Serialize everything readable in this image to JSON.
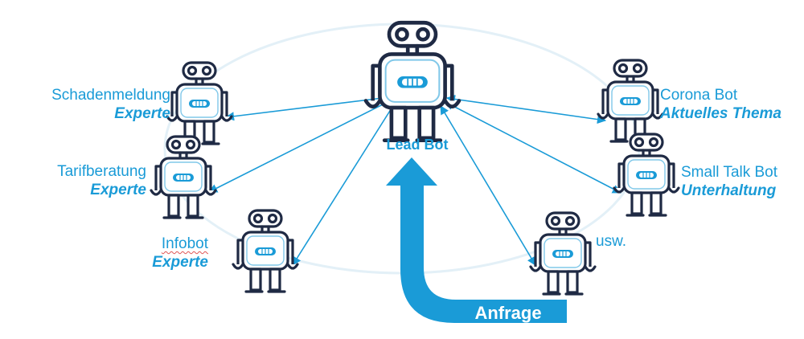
{
  "lead": {
    "label": "Lead Bot"
  },
  "request": {
    "label": "Anfrage"
  },
  "bots": {
    "schaden": {
      "name": "Schadenmeldung",
      "role": "Experte"
    },
    "tarif": {
      "name": "Tarifberatung",
      "role": "Experte"
    },
    "info": {
      "name": "Infobot",
      "role": "Experte"
    },
    "corona": {
      "name": "Corona Bot",
      "role": "Aktuelles Thema"
    },
    "smalltalk": {
      "name": "Small Talk Bot",
      "role": "Unterhaltung"
    },
    "more": {
      "name": "usw."
    }
  },
  "colors": {
    "accent": "#1a9bd7",
    "robot": "#1f2a44",
    "ring": "#e3f0f7"
  },
  "icons": {
    "bot": "robot-icon",
    "arrow": "arrow-icon"
  }
}
